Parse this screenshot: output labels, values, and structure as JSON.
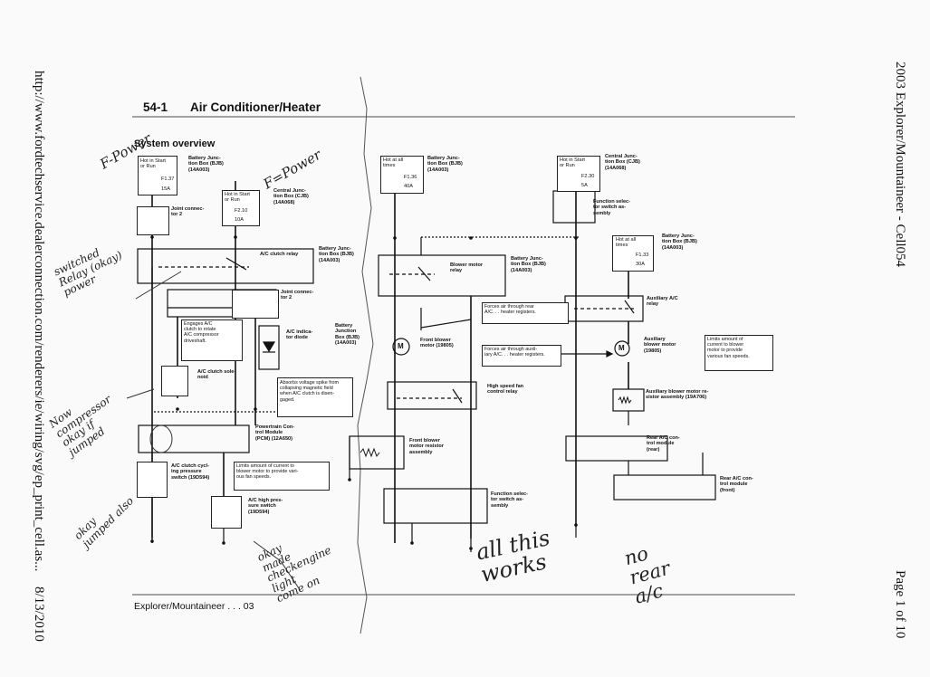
{
  "margin": {
    "left_url": "http://www.fordtechservice.dealerconnection.com/renderers/ie/wiring/svg/ep_print_cell.as...",
    "left_date": "8/13/2010",
    "right_title": "2003 Explorer/Mountaineer - Cell054",
    "right_page": "Page 1 of 10"
  },
  "header": {
    "section_number": "54-1",
    "section_title": "Air Conditioner/Heater",
    "subtitle": "System overview"
  },
  "footer": {
    "text": "Explorer/Mountaineer . . . 03"
  },
  "labels": {
    "hot_start_run_1": "Hot in Start\nor Run",
    "fuse_f137": "F1.37",
    "fuse_15a": "15A",
    "bjb_1": "Battery Junc-\ntion Box (BJB)\n(14A003)",
    "hot_start_run_2": "Hot in Start\nor Run",
    "fuse_f210": "F2.10",
    "fuse_10a": "10A",
    "cjb_1": "Central Junc-\ntion Box (CJB)\n(14A068)",
    "joint_connector_2a": "Joint connec-\ntor 2",
    "ac_clutch_relay": "A/C clutch relay",
    "bjb_2": "Battery Junc-\ntion Box (BJB)\n(14A003)",
    "joint_connector_2b": "Joint connec-\ntor 2",
    "engages_note": "Engages A/C\nclutch to rotate\nA/C compressor\ndriveshaft.",
    "ac_indicator_diode": "A/C indica-\ntor diode",
    "bjb_3": "Battery\nJunction\nBox (BJB)\n(14A003)",
    "ac_clutch_solenoid": "A/C clutch sole-\nnoid",
    "absorbs_note": "Absorbs voltage spike from\ncollapsing magnetic field\nwhen A/C clutch is disen-\ngaged.",
    "pcm": "Powertrain Con-\ntrol Module\n(PCM) (12A650)",
    "ac_cycling_switch": "A/C clutch cycl-\ning pressure\nswitch (19D594)",
    "limits_note_1": "Limits amount of current to\nblower motor to provide vari-\nous fan speeds.",
    "ac_high_pressure": "A/C high pres-\nsure switch\n(19D594)",
    "hot_all_times_1": "Hot at all\ntimes",
    "fuse_f136": "F1.36",
    "fuse_40a": "40A",
    "bjb_4": "Battery Junc-\ntion Box (BJB)\n(14A003)",
    "blower_motor_relay": "Blower motor\nrelay",
    "bjb_5": "Battery Junc-\ntion Box (BJB)\n(14A003)",
    "forces_note_1": "Forces air through rear\nA/C. . . heater registers.",
    "front_blower_motor": "Front blower\nmotor (19805)",
    "forces_note_2": "Forces air through auxil-\niary A/C. . . heater registers.",
    "high_speed_fan_relay": "High speed fan\ncontrol relay",
    "front_blower_resistor": "Front blower\nmotor resistor\nassembly",
    "function_selector_switch_1": "Function selec-\ntor switch as-\nsembly",
    "hot_start_run_3": "Hot in Start\nor Run",
    "fuse_f230": "F2.30",
    "fuse_5a": "5A",
    "cjb_2": "Central Junc-\ntion Box (CJB)\n(14A068)",
    "function_selector_switch_2": "Function selec-\ntor switch as-\nsembly",
    "hot_all_times_2": "Hot at all\ntimes",
    "fuse_f133": "F1.33",
    "fuse_30a": "30A",
    "bjb_6": "Battery Junc-\ntion Box (BJB)\n(14A003)",
    "auxiliary_ac_relay": "Auxiliary A/C\nrelay",
    "auxiliary_blower_motor": "Auxiliary\nblower motor\n(19805)",
    "limits_note_2": "Limits amount of\ncurrent to blower\nmotor to provide\nvarious fan speeds.",
    "aux_blower_resistor": "Auxiliary blower motor re-\nsistor assembly (19A706)",
    "rear_ac_module_rear": "Rear A/C con-\ntrol module\n(rear)",
    "rear_ac_module_front": "Rear A/C con-\ntrol module\n(front)",
    "motor_symbol": "M"
  },
  "handwriting": {
    "f_power_left": "F-Power",
    "f_power_right": "F=Power",
    "switched_relay": "switched\nRelay (okay)\npower",
    "now_compressor": "Now\ncompressor\nokay if\njumped",
    "okay_jumped": "okay\njumped also",
    "okay_check_engine": "okay\nmade\ncheckengine\nlight\ncome on",
    "all_this_works": "all this\nworks",
    "no_rear_ac": "no\nrear\na/c"
  }
}
